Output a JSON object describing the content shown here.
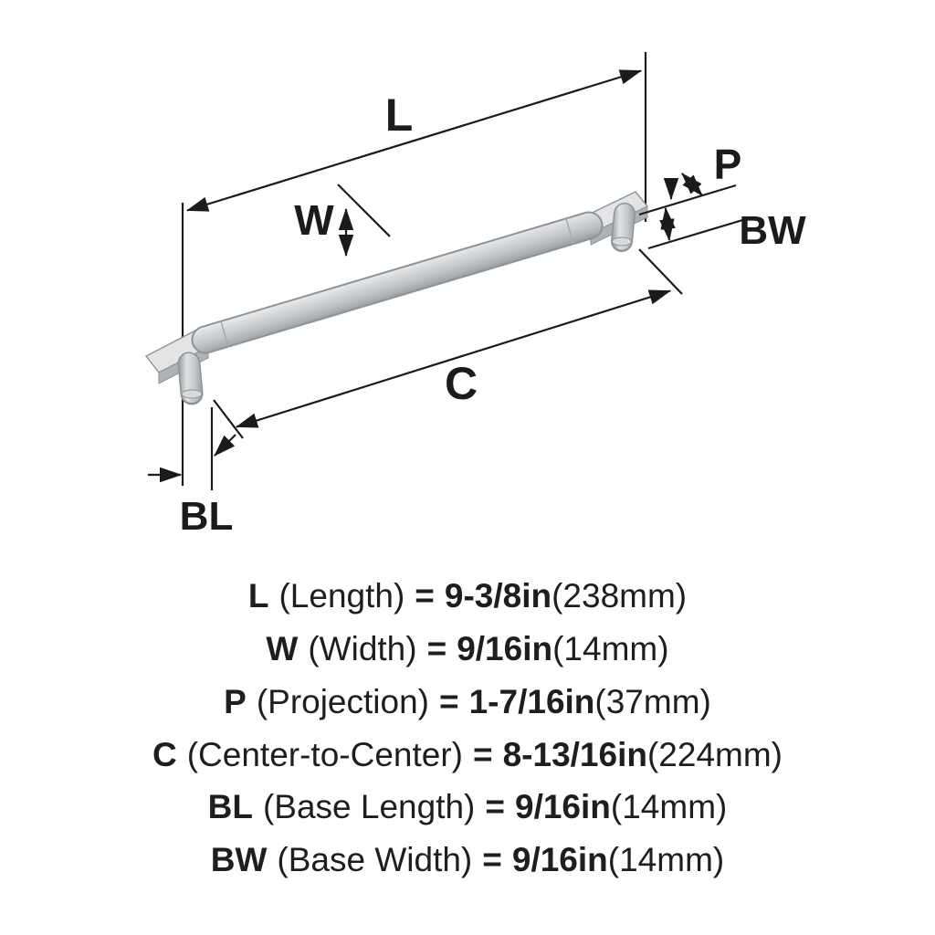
{
  "diagram": {
    "labels": {
      "length": "L",
      "width": "W",
      "projection": "P",
      "base_width": "BW",
      "center_to_center": "C",
      "base_length": "BL"
    },
    "line_color": "#1b1b1b",
    "metal_light": "#eef0f1",
    "metal_dark": "#8c9093"
  },
  "specs": {
    "rows": [
      {
        "key": "L",
        "desc": "(Length)",
        "eq": "=",
        "value": "9-3/8in",
        "metric": "(238mm)"
      },
      {
        "key": "W",
        "desc": "(Width)",
        "eq": "=",
        "value": "9/16in",
        "metric": "(14mm)"
      },
      {
        "key": "P",
        "desc": "(Projection)",
        "eq": "=",
        "value": "1-7/16in",
        "metric": "(37mm)"
      },
      {
        "key": "C",
        "desc": "(Center-to-Center)",
        "eq": "=",
        "value": "8-13/16in",
        "metric": "(224mm)"
      },
      {
        "key": "BL",
        "desc": "(Base Length)",
        "eq": "=",
        "value": "9/16in",
        "metric": "(14mm)"
      },
      {
        "key": "BW",
        "desc": "(Base Width)",
        "eq": "=",
        "value": "9/16in",
        "metric": "(14mm)"
      }
    ]
  }
}
